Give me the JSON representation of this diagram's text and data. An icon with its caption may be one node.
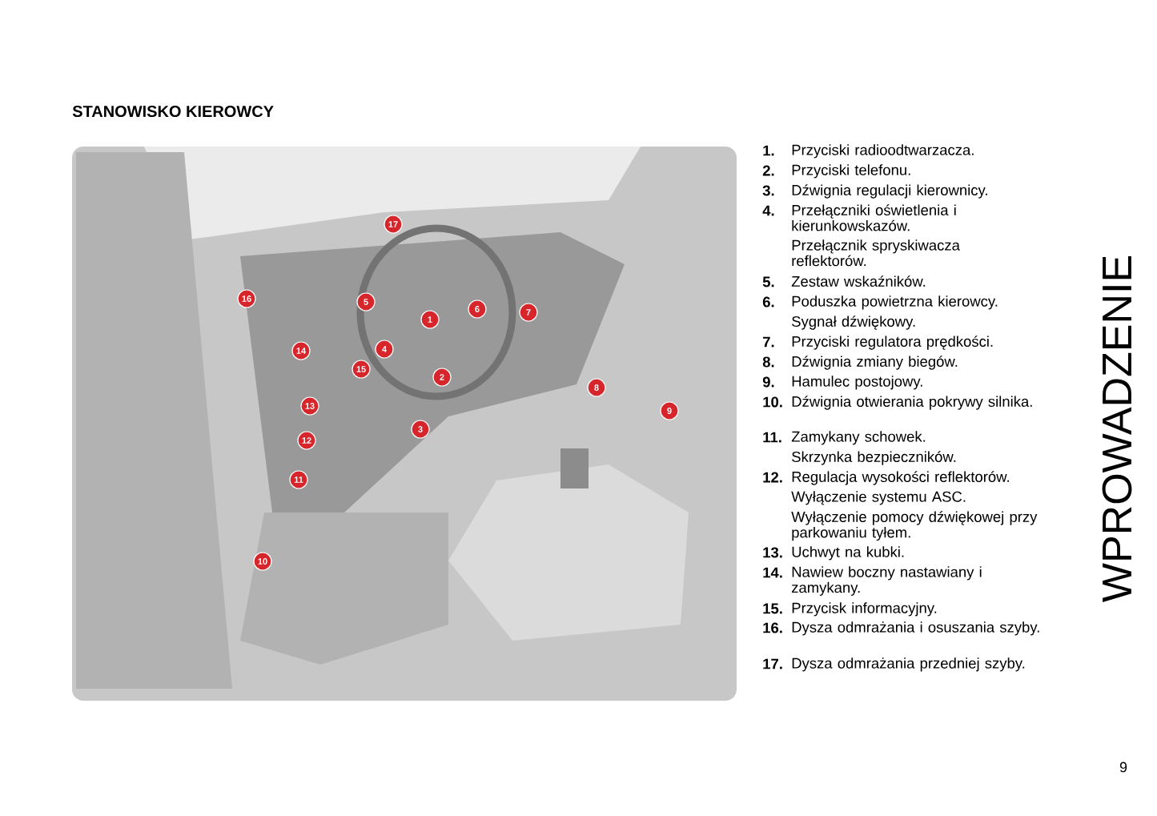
{
  "diagram": {
    "title": "STANOWISKO KIEROWCY",
    "labels": [
      "17",
      "16",
      "5",
      "6",
      "7",
      "1",
      "14",
      "4",
      "15",
      "2",
      "8",
      "13",
      "9",
      "3",
      "12",
      "11",
      "10",
      "1.",
      "Przyciski radioodtwarzacza.",
      "2.",
      "Przyciski telefonu.",
      "3.",
      "Dźwignia regulacji kierownicy.",
      "4.",
      "Przełączniki oświetlenia i kierunkowskazów.",
      "Przełącznik spryskiwacza reflektorów.",
      "5.",
      "Zestaw wskaźników.",
      "6.",
      "Poduszka powietrzna kierowcy.",
      "Sygnał dźwiękowy.",
      "7.",
      "Przyciski regulatora prędkości.",
      "8.",
      "Dźwignia zmiany biegów.",
      "9.",
      "Hamulec postojowy.",
      "10.",
      "Dźwignia otwierania pokrywy silnika.",
      "11.",
      "Zamykany schowek.",
      "Skrzynka bezpieczników.",
      "12.",
      "Regulacja wysokości reflektorów.",
      "Wyłączenie systemu ASC.",
      "Wyłączenie pomocy dźwiękowej przy parkowaniu tyłem.",
      "13.",
      "Uchwyt na kubki.",
      "14.",
      "Nawiew boczny nastawiany i zamykany.",
      "15.",
      "Przycisk informacyjny.",
      "16.",
      "Dysza odmrażania i osuszania szyby.",
      "17.",
      "Dysza odmrażania przedniej szyby.",
      "WPROWADZENIE",
      "9"
    ]
  }
}
